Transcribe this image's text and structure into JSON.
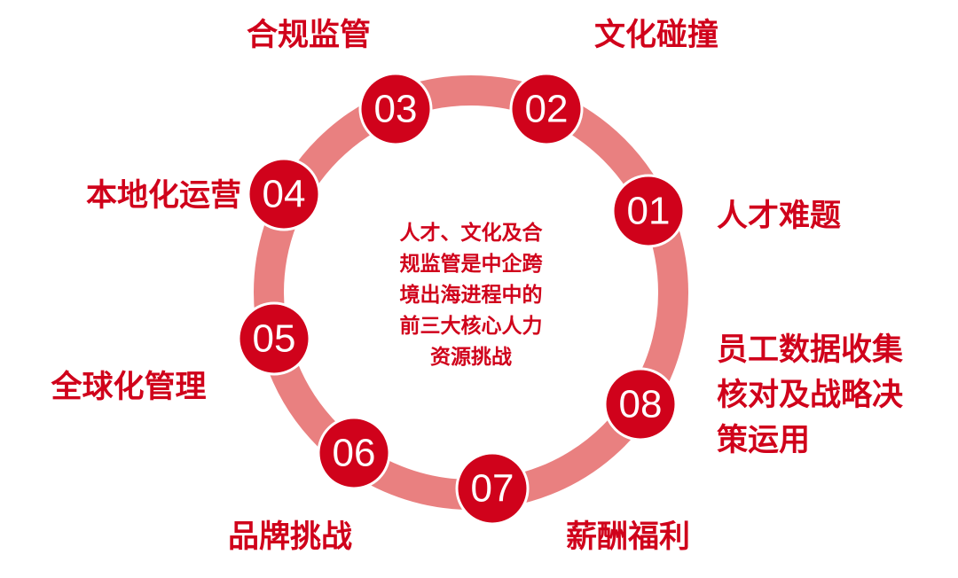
{
  "accent_color": "#d0021b",
  "ring_color": "#e98080",
  "center_text": [
    "人才、文化及合",
    "规监管是中企跨",
    "境出海进程中的",
    "前三大核心人力",
    "资源挑战"
  ],
  "nodes": [
    {
      "number": "01",
      "label": [
        "人才难题"
      ]
    },
    {
      "number": "02",
      "label": [
        "文化碰撞"
      ]
    },
    {
      "number": "03",
      "label": [
        "合规监管"
      ]
    },
    {
      "number": "04",
      "label": [
        "本地化运营"
      ]
    },
    {
      "number": "05",
      "label": [
        "全球化管理"
      ]
    },
    {
      "number": "06",
      "label": [
        "品牌挑战"
      ]
    },
    {
      "number": "07",
      "label": [
        "薪酬福利"
      ]
    },
    {
      "number": "08",
      "label": [
        "员工数据收集",
        "核对及战略决",
        "策运用"
      ]
    }
  ]
}
